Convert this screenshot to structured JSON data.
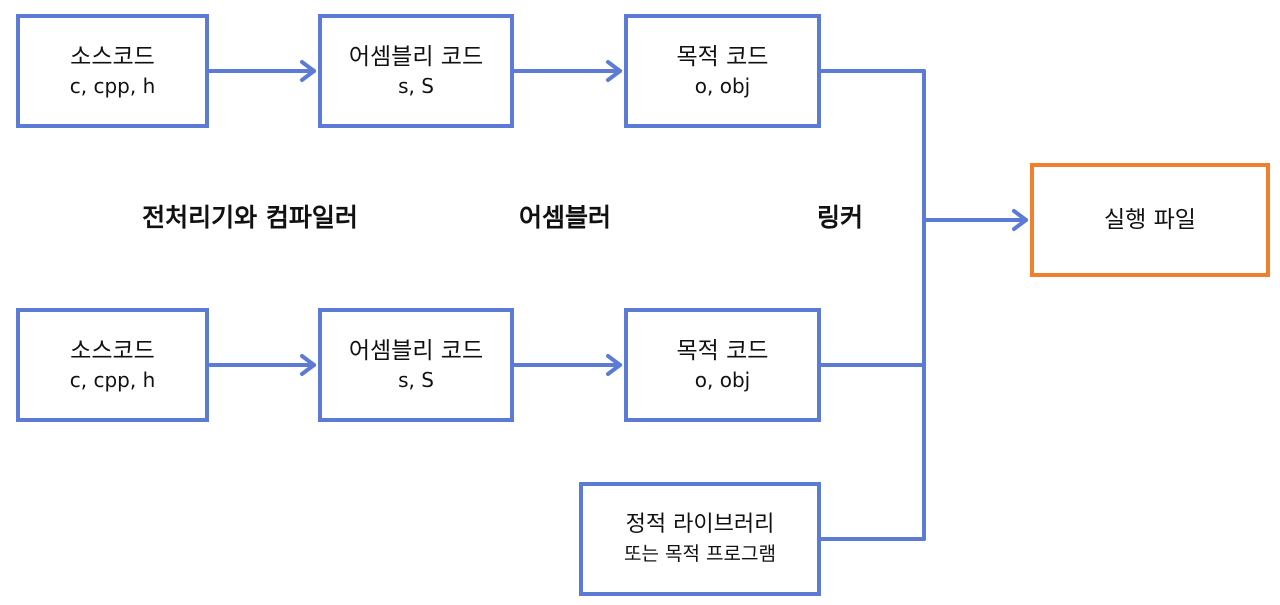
{
  "colors": {
    "flow": "#5B7BD5",
    "output": "#F07F2E"
  },
  "rows": [
    {
      "source": {
        "title": "소스코드",
        "sub": "c, cpp, h"
      },
      "assembly": {
        "title": "어셈블리 코드",
        "sub": "s, S"
      },
      "object": {
        "title": "목적 코드",
        "sub": "o, obj"
      }
    },
    {
      "source": {
        "title": "소스코드",
        "sub": "c, cpp, h"
      },
      "assembly": {
        "title": "어셈블리 코드",
        "sub": "s, S"
      },
      "object": {
        "title": "목적 코드",
        "sub": "o, obj"
      }
    }
  ],
  "library": {
    "title": "정적 라이브러리",
    "sub": "또는 목적 프로그램"
  },
  "stages": {
    "compiler": "전처리기와 컴파일러",
    "assembler": "어셈블러",
    "linker": "링커"
  },
  "output": {
    "title": "실행 파일"
  }
}
